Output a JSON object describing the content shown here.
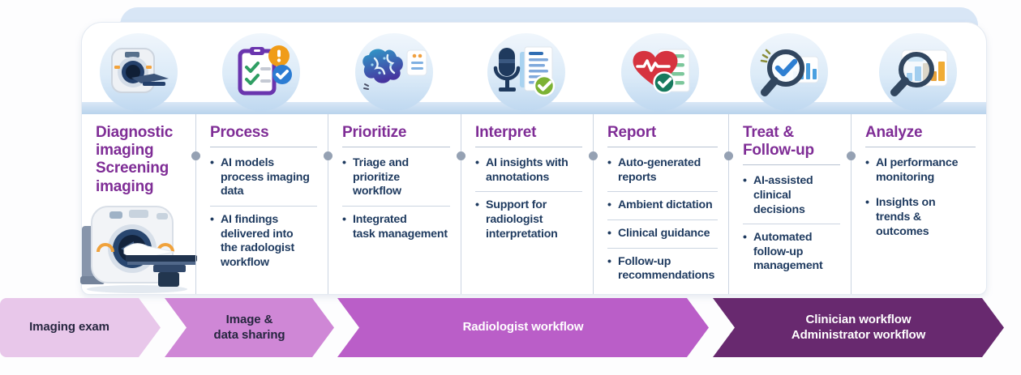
{
  "stages": [
    {
      "title": "Diagnostic imaging\nScreening imaging",
      "icon": "ct-scanner-icon",
      "bullets": []
    },
    {
      "title": "Process",
      "icon": "checklist-alert-icon",
      "bullets": [
        "AI models\nprocess imaging\ndata",
        "AI findings\ndelivered into\nthe radologist\nworkflow"
      ]
    },
    {
      "title": "Prioritize",
      "icon": "brain-icon",
      "bullets": [
        "Triage and\nprioritize workflow",
        "Integrated\ntask management"
      ]
    },
    {
      "title": "Interpret",
      "icon": "microphone-report-icon",
      "bullets": [
        "AI insights with\nannotations",
        "Support for\nradiologist\ninterpretation"
      ]
    },
    {
      "title": "Report",
      "icon": "heart-pulse-icon",
      "bullets": [
        "Auto-generated\nreports",
        "Ambient dictation",
        "Clinical guidance",
        "Follow-up\nrecommendations"
      ]
    },
    {
      "title": "Treat & Follow-up",
      "icon": "magnifier-check-icon",
      "bullets": [
        "AI-assisted\nclinical decisions",
        "Automated\nfollow-up\nmanagement"
      ]
    },
    {
      "title": "Analyze",
      "icon": "magnifier-chart-icon",
      "bullets": [
        "AI performance\nmonitoring",
        "Insights on\ntrends &\noutcomes"
      ]
    }
  ],
  "flow_bar": [
    {
      "label": "Imaging exam",
      "color": "#e8c7ea",
      "text_color": "#26263f"
    },
    {
      "label": "Image &\ndata sharing",
      "color": "#cf87d6",
      "text_color": "#26263f"
    },
    {
      "label": "Radiologist workflow",
      "color": "#ba5ec8",
      "text_color": "#ffffff"
    },
    {
      "label": "Clinician workflow\nAdministrator workflow",
      "color": "#68296f",
      "text_color": "#ffffff"
    }
  ],
  "colors": {
    "stage_title": "#7f2d96",
    "bullet_text": "#1e3a5f",
    "band_blue": "#cfe2f4",
    "divider": "#ccd5e2",
    "divider_dot": "#95a1b3"
  }
}
